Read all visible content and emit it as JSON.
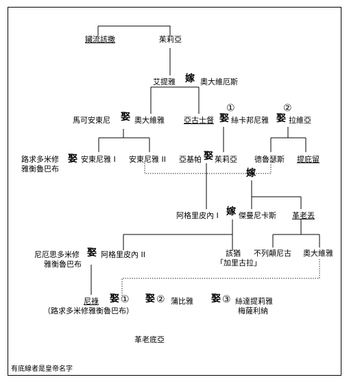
{
  "people": {
    "juliu_sasa": "鑶流該撒",
    "julia": "茱莉亞",
    "atia": "艾提雅",
    "octavius": "奧大維厄斯",
    "marcus_antonius": "馬可安東尼",
    "octavia": "奧大維雅",
    "augustus": "亞古士督",
    "scribonia": "絲卡邦尼雅",
    "livia": "拉維亞",
    "lucius_domitius": "路求多米修",
    "ahenobarbus": "雅衡魯巴布",
    "antonia_1": "安東尼雅 I",
    "antonia_2": "安東尼雅 II",
    "agrippa": "亞基帕",
    "julia_2": "茱莉亞",
    "drusus": "德魯瑟斯",
    "tiberius": "提庇留",
    "agrippina_1": "阿格里皮內 I",
    "germanicus": "傑曼尼卡斯",
    "claudius": "革老丟",
    "gnaeus_domitius": "尼厄思多米修",
    "gnaeus_ahenobarbus": "雅衡魯巴布",
    "agrippina_2": "阿格里皮內 II",
    "caligula": "該猶",
    "caligula_alias": "「加里古拉」",
    "britannicus": "不列顛尼古",
    "octavia_2": "奧大維雅",
    "nero": "尼祿",
    "nero_birthname": "（路求多米修雅衡魯巴布）",
    "poppaea": "蒲比雅",
    "statilia_1": "絲達提莉雅",
    "statilia_2": "梅薩利納",
    "claudia": "革老底亞"
  },
  "symbols": {
    "married_to": "嫁",
    "married": "娶",
    "wife_1": "①",
    "wife_2": "②",
    "wife_3": "③"
  },
  "note": "有底線者是皇帝名字"
}
